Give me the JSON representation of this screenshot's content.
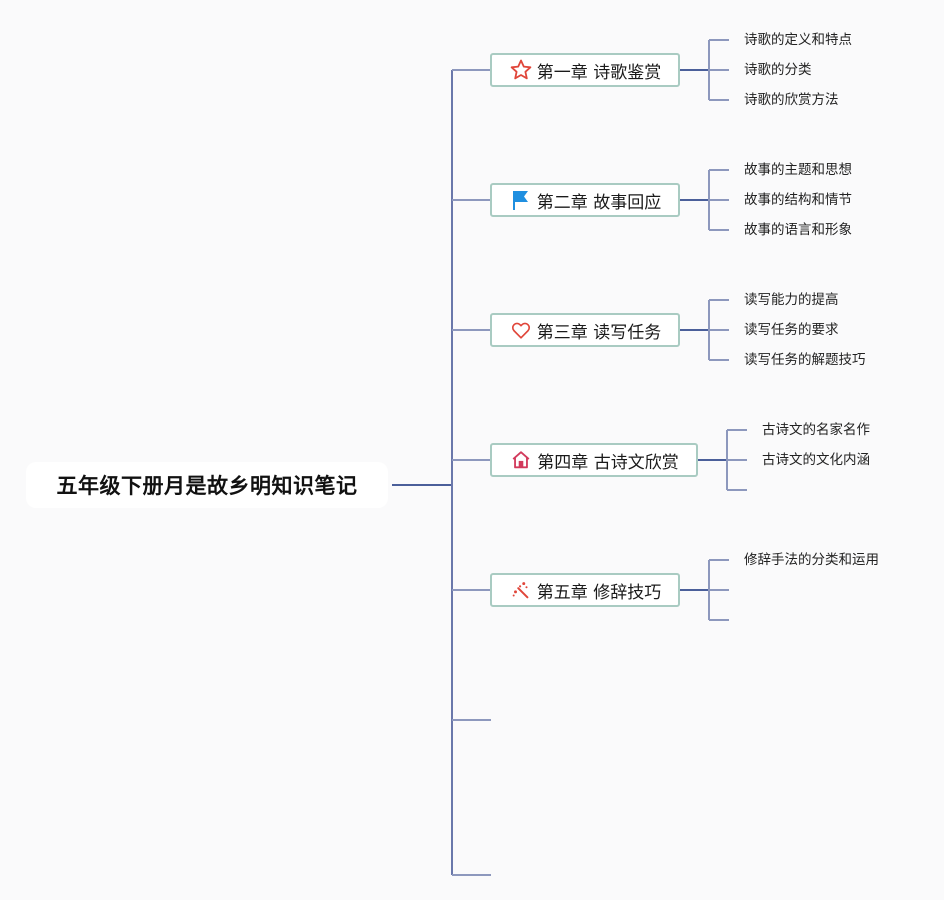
{
  "root": {
    "title": "五年级下册月是故乡明知识笔记"
  },
  "colors": {
    "main_line": "#4b5f9a",
    "branch_line": "#8d98bd",
    "node_border": "#a9cbc2",
    "icon_red": "#e0463a",
    "icon_blue": "#1f8fe0",
    "icon_pink": "#d23a5c"
  },
  "chapters": [
    {
      "label": "第一章 诗歌鉴赏",
      "icon": "star-icon",
      "topics": [
        "诗歌的定义和特点",
        "诗歌的分类",
        "诗歌的欣赏方法"
      ]
    },
    {
      "label": "第二章 故事回应",
      "icon": "flag-icon",
      "topics": [
        "故事的主题和思想",
        "故事的结构和情节",
        "故事的语言和形象"
      ]
    },
    {
      "label": "第三章 读写任务",
      "icon": "heart-icon",
      "topics": [
        "读写能力的提高",
        "读写任务的要求",
        "读写任务的解题技巧"
      ]
    },
    {
      "label": "第四章 古诗文欣赏",
      "icon": "home-icon",
      "topics": [
        "古诗文的名家名作",
        "古诗文的文化内涵",
        ""
      ]
    },
    {
      "label": "第五章 修辞技巧",
      "icon": "magic-wand-icon",
      "topics": [
        "修辞手法的分类和运用",
        "",
        ""
      ]
    }
  ],
  "empty_branches": 2
}
